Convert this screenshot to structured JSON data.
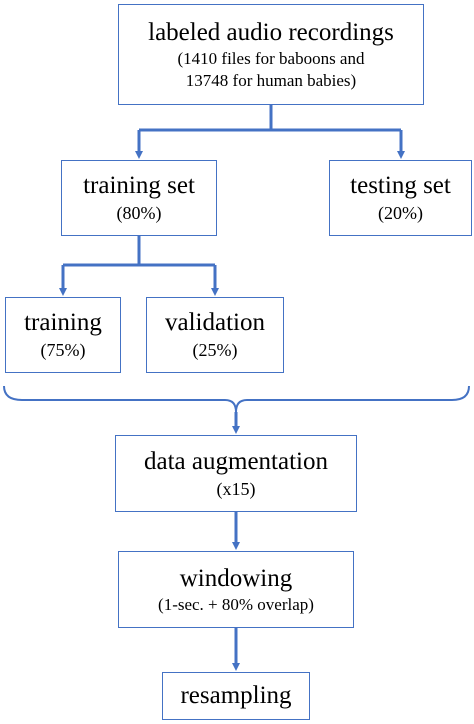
{
  "colors": {
    "line": "#4472c4",
    "border": "#4472c4",
    "text": "#000000"
  },
  "nodes": {
    "recordings": {
      "title": "labeled audio recordings",
      "line1": "(1410 files for baboons and",
      "line2": "13748 for human babies)"
    },
    "training_set": {
      "title": "training set",
      "sub": "(80%)"
    },
    "testing_set": {
      "title": "testing set",
      "sub": "(20%)"
    },
    "training": {
      "title": "training",
      "sub": "(75%)"
    },
    "validation": {
      "title": "validation",
      "sub": "(25%)"
    },
    "augmentation": {
      "title": "data augmentation",
      "sub": "(x15)"
    },
    "windowing": {
      "title": "windowing",
      "sub": "(1-sec. + 80% overlap)"
    },
    "resampling": {
      "title": "resampling"
    }
  }
}
